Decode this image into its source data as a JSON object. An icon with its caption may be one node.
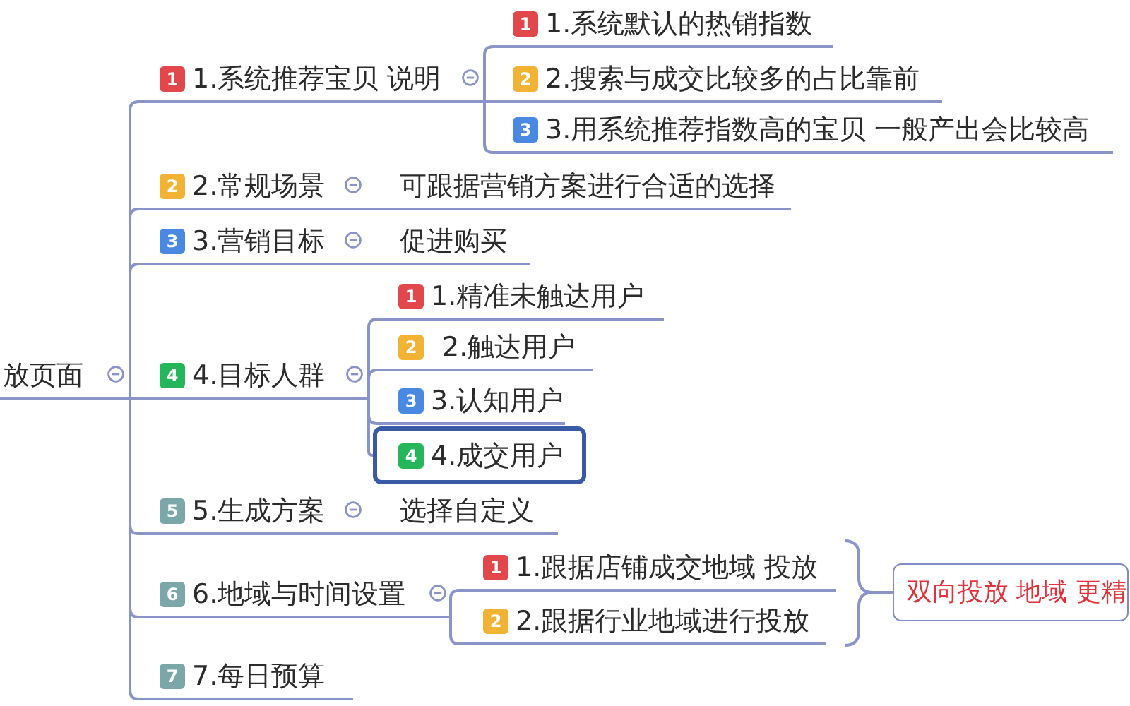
{
  "diagram": {
    "nodes": [
      {
        "text": [
          "放页面"
        ]
      },
      {
        "text": [
          "1",
          "1.系统推荐宝贝 说明"
        ]
      },
      {
        "text": [
          "1",
          "1.系统默认的热销指数"
        ]
      },
      {
        "text": [
          "2",
          "2.搜索与成交比较多的占比靠前"
        ]
      },
      {
        "text": [
          "3",
          "3.用系统推荐指数高的宝贝 一般产出会比较高"
        ]
      },
      {
        "text": [
          "2",
          "2.常规场景"
        ]
      },
      {
        "text": [
          "可跟据营销方案进行合适的选择"
        ]
      },
      {
        "text": [
          "3",
          "3.营销目标"
        ]
      },
      {
        "text": [
          "促进购买"
        ]
      },
      {
        "text": [
          "4",
          "4.目标人群"
        ]
      },
      {
        "text": [
          "1",
          "1.精准未触达用户"
        ]
      },
      {
        "text": [
          "2",
          "2.触达用户"
        ]
      },
      {
        "text": [
          "3",
          "3.认知用户"
        ]
      },
      {
        "text": [
          "4",
          "4.成交用户"
        ]
      },
      {
        "text": [
          "5",
          "5.生成方案"
        ]
      },
      {
        "text": [
          "选择自定义"
        ]
      },
      {
        "text": [
          "6",
          "6.地域与时间设置"
        ]
      },
      {
        "text": [
          "1",
          "1.跟据店铺成交地域 投放"
        ]
      },
      {
        "text": [
          "2",
          "2.跟据行业地域进行投放"
        ]
      },
      {
        "text": [
          "双向投放 地域 更精"
        ]
      },
      {
        "text": [
          "7",
          "7.每日预算"
        ]
      }
    ],
    "edges": [
      {
        "from": 0,
        "to": 1,
        "arrow": "none"
      },
      {
        "from": 0,
        "to": 5,
        "arrow": "none"
      },
      {
        "from": 0,
        "to": 7,
        "arrow": "none"
      },
      {
        "from": 0,
        "to": 9,
        "arrow": "none"
      },
      {
        "from": 0,
        "to": 14,
        "arrow": "none"
      },
      {
        "from": 0,
        "to": 16,
        "arrow": "none"
      },
      {
        "from": 0,
        "to": 20,
        "arrow": "none"
      },
      {
        "from": 1,
        "to": 2,
        "arrow": "none"
      },
      {
        "from": 1,
        "to": 3,
        "arrow": "none"
      },
      {
        "from": 1,
        "to": 4,
        "arrow": "none"
      },
      {
        "from": 5,
        "to": 6,
        "arrow": "none"
      },
      {
        "from": 7,
        "to": 8,
        "arrow": "none"
      },
      {
        "from": 9,
        "to": 10,
        "arrow": "none"
      },
      {
        "from": 9,
        "to": 11,
        "arrow": "none"
      },
      {
        "from": 9,
        "to": 12,
        "arrow": "none"
      },
      {
        "from": 9,
        "to": 13,
        "arrow": "none"
      },
      {
        "from": 14,
        "to": 15,
        "arrow": "none"
      },
      {
        "from": 16,
        "to": 17,
        "arrow": "none"
      },
      {
        "from": 16,
        "to": 18,
        "arrow": "none"
      },
      {
        "from": 17,
        "to": 19,
        "arrow": "none"
      },
      {
        "from": 18,
        "to": 19,
        "arrow": "none"
      }
    ]
  }
}
